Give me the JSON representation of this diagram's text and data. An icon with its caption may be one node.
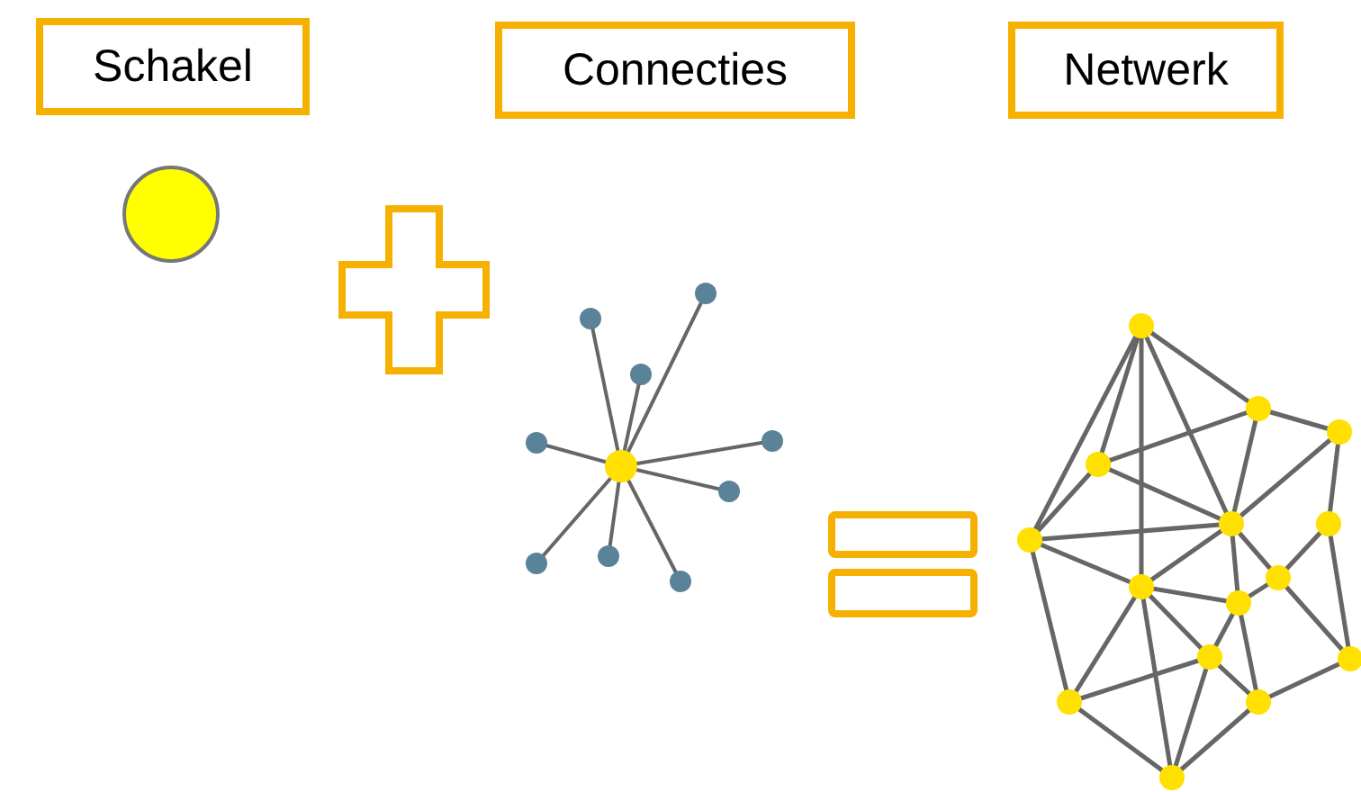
{
  "diagram": {
    "nodes": [
      {
        "text": [
          "Schakel"
        ]
      },
      {
        "text": [
          "Connecties"
        ]
      },
      {
        "text": [
          "Netwerk"
        ]
      }
    ]
  }
}
